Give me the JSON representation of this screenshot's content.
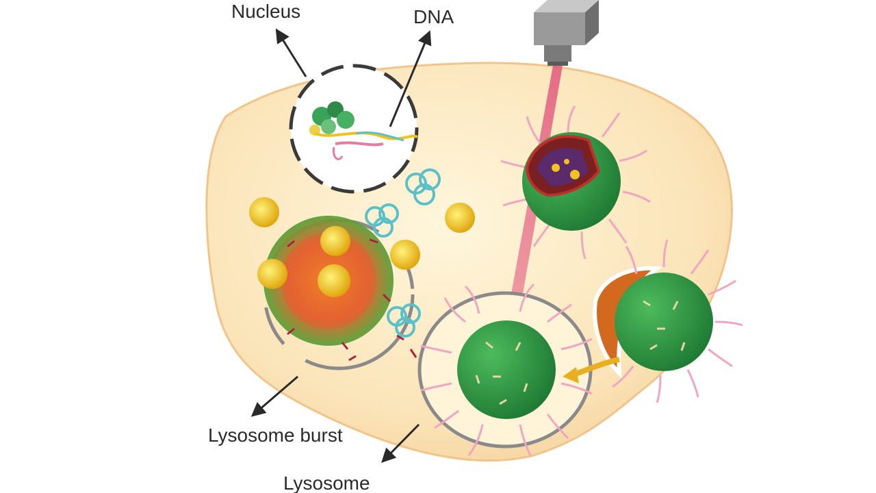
{
  "labels": {
    "nucleus": "Nucleus",
    "dna": "DNA",
    "lysosome_burst": "Lysosome burst",
    "lysosome": "Lysosome"
  },
  "colors": {
    "cell_fill": "#f7dcae",
    "cell_inner": "#fff4d8",
    "nanoparticle": "#2f9a45",
    "nanoparticle_dark": "#1f7a34",
    "laser": "#e0507a",
    "membrane": "#8a8a8a",
    "payload": "#f2c21a",
    "dna_strand": "#5bc0c8",
    "arrow": "#e8b020"
  },
  "icons": [
    "laser-emitter-icon",
    "nanoparticle-icon",
    "dna-knot-icon",
    "payload-cluster-icon"
  ]
}
